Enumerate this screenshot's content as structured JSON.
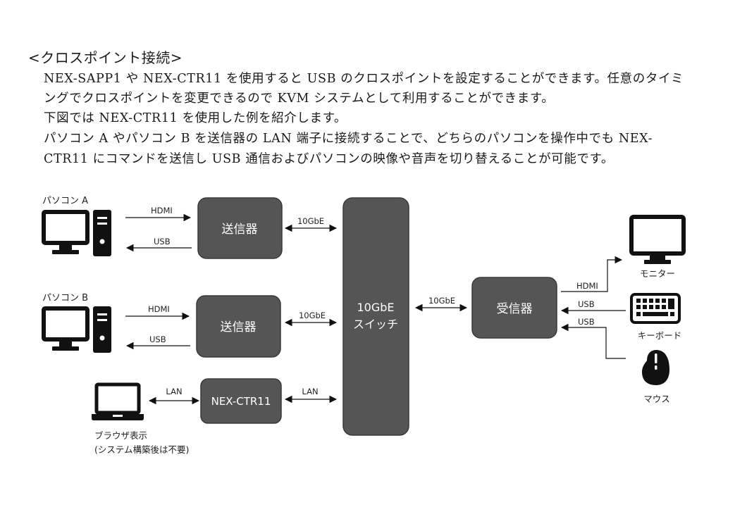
{
  "heading": "<クロスポイント接続>",
  "paragraph_lines": [
    "NEX-SAPP1 や NEX-CTR11 を使用すると USB のクロスポイントを設定することができます。任意のタイミ",
    "ングでクロスポイントを変更できるので KVM システムとして利用することができます。",
    "下図では NEX-CTR11 を使用した例を紹介します。",
    "パソコン A やパソコン B を送信器の LAN 端子に接続することで、どちらのパソコンを操作中でも NEX-",
    "CTR11 にコマンドを送信し USB 通信およびパソコンの映像や音声を切り替えることが可能です。"
  ],
  "diagram": {
    "colors": {
      "box_fill": "#555555",
      "box_stroke": "#3a3a3a",
      "box_text": "#ffffff",
      "line": "#111111"
    },
    "pc_a": {
      "label": "パソコン A",
      "icon": "desktop-pc-icon"
    },
    "pc_b": {
      "label": "パソコン B",
      "icon": "desktop-pc-icon"
    },
    "laptop": {
      "label_line1": "ブラウザ表示",
      "label_line2": "(システム構築後は不要)",
      "icon": "laptop-icon"
    },
    "sender_a": {
      "label": "送信器"
    },
    "sender_b": {
      "label": "送信器"
    },
    "controller": {
      "label": "NEX-CTR11"
    },
    "switch": {
      "label_line1": "10GbE",
      "label_line2": "スイッチ"
    },
    "receiver": {
      "label": "受信器"
    },
    "monitor": {
      "label": "モニター",
      "icon": "monitor-icon"
    },
    "keyboard": {
      "label": "キーボード",
      "icon": "keyboard-icon"
    },
    "mouse": {
      "label": "マウス",
      "icon": "mouse-icon"
    },
    "links": {
      "pc_a_hdmi": "HDMI",
      "pc_a_usb": "USB",
      "pc_b_hdmi": "HDMI",
      "pc_b_usb": "USB",
      "sender_a_switch": "10GbE",
      "sender_b_switch": "10GbE",
      "laptop_ctr": "LAN",
      "ctr_switch": "LAN",
      "switch_receiver": "10GbE",
      "receiver_monitor": "HDMI",
      "keyboard_receiver": "USB",
      "mouse_receiver": "USB"
    }
  }
}
